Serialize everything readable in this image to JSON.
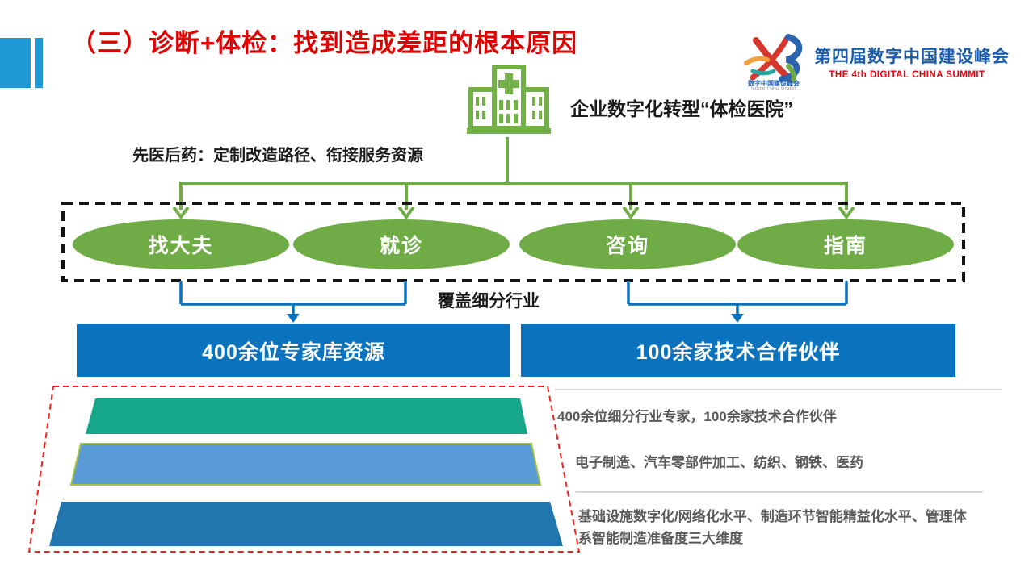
{
  "slide": {
    "title": "（三）诊断+体检：找到造成差距的根本原因",
    "header_logo": {
      "title_cn": "第四届数字中国建设峰会",
      "title_en": "THE 4th DIGITAL CHINA SUMMIT",
      "mark_caption_cn": "数字中国建设峰会",
      "mark_caption_en": "DIGITAL CHINA SUMMIT"
    },
    "hospital": {
      "label": "企业数字化转型“体检医院”",
      "icon": "hospital-building-icon"
    },
    "approach_label": "先医后药：定制改造路径、衔接服务资源",
    "channels": [
      "找大夫",
      "就诊",
      "咨询",
      "指南"
    ],
    "coverage_label": "覆盖细分行业",
    "resource_bars": [
      "400余位专家库资源",
      "100余家技术合作伙伴"
    ],
    "funnel": {
      "layers": [
        {
          "color": "#16a78b",
          "note": "400余位细分行业专家，100余家技术合作伙伴"
        },
        {
          "color": "#5b9bd5",
          "note": "电子制造、汽车零部件加工、纺织、钢铁、医药"
        },
        {
          "color": "#2176ae",
          "note": "基础设施数字化/网络化水平、制造环节智能精益化水平、管理体系智能制造准备度三大维度"
        }
      ]
    },
    "colors": {
      "title_red": "#e00000",
      "green": "#6fac46",
      "hospital_green": "#74b04a",
      "blue": "#0b72be",
      "dashed_border_black": "#141414",
      "dashed_border_red": "#f4211c",
      "funnel_mid_border": "#a6c23c",
      "note_gray": "#595959",
      "accent_block_blue": "#2098d5",
      "logo_blue": "#1a5cac",
      "logo_red": "#e60012"
    }
  }
}
